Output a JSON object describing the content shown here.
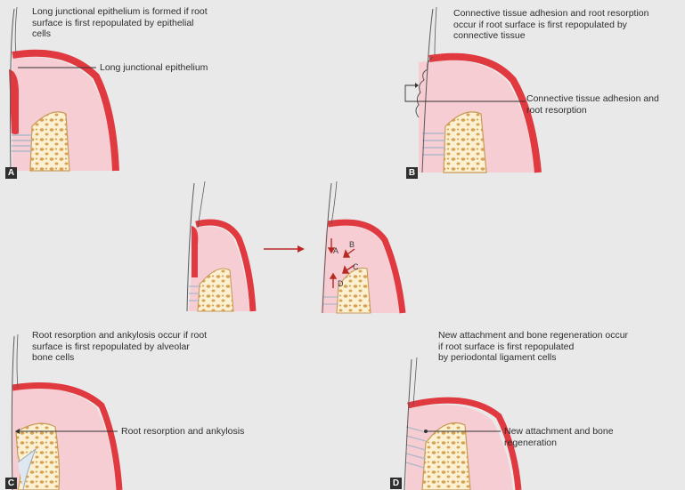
{
  "panels": {
    "a": {
      "caption": [
        "Long junctional epithelium is formed if root",
        "surface is first repopulated by epithelial",
        "cells"
      ],
      "callout": "Long junctional epithelium",
      "tag": "A"
    },
    "b": {
      "caption": [
        "Connective tissue adhesion and root resorption",
        "occur if root surface is first repopulated by",
        "connective tissue"
      ],
      "callout": [
        "Connective tissue adhesion and",
        "root resorption"
      ],
      "tag": "B"
    },
    "c": {
      "caption": [
        "Root resorption and ankylosis occur if root",
        "surface is first repopulated by alveolar",
        "bone cells"
      ],
      "callout": "Root resorption and ankylosis",
      "tag": "C"
    },
    "d": {
      "caption": [
        "New attachment and bone regeneration occur",
        "if root surface is first repopulated",
        "by periodontal ligament cells"
      ],
      "callout": [
        "New attachment and bone",
        "regeneration"
      ],
      "tag": "D"
    }
  },
  "center": {
    "markers": [
      "A",
      "B",
      "C",
      "D"
    ]
  },
  "colors": {
    "background": "#e9e9ea",
    "epithelium": "#e0393f",
    "connective_tissue": "#f6cdd2",
    "bone": "#fbf1d2",
    "bone_spots": "#d7a253",
    "ligament": "#b8c4d4",
    "arrow": "#b72a24"
  }
}
